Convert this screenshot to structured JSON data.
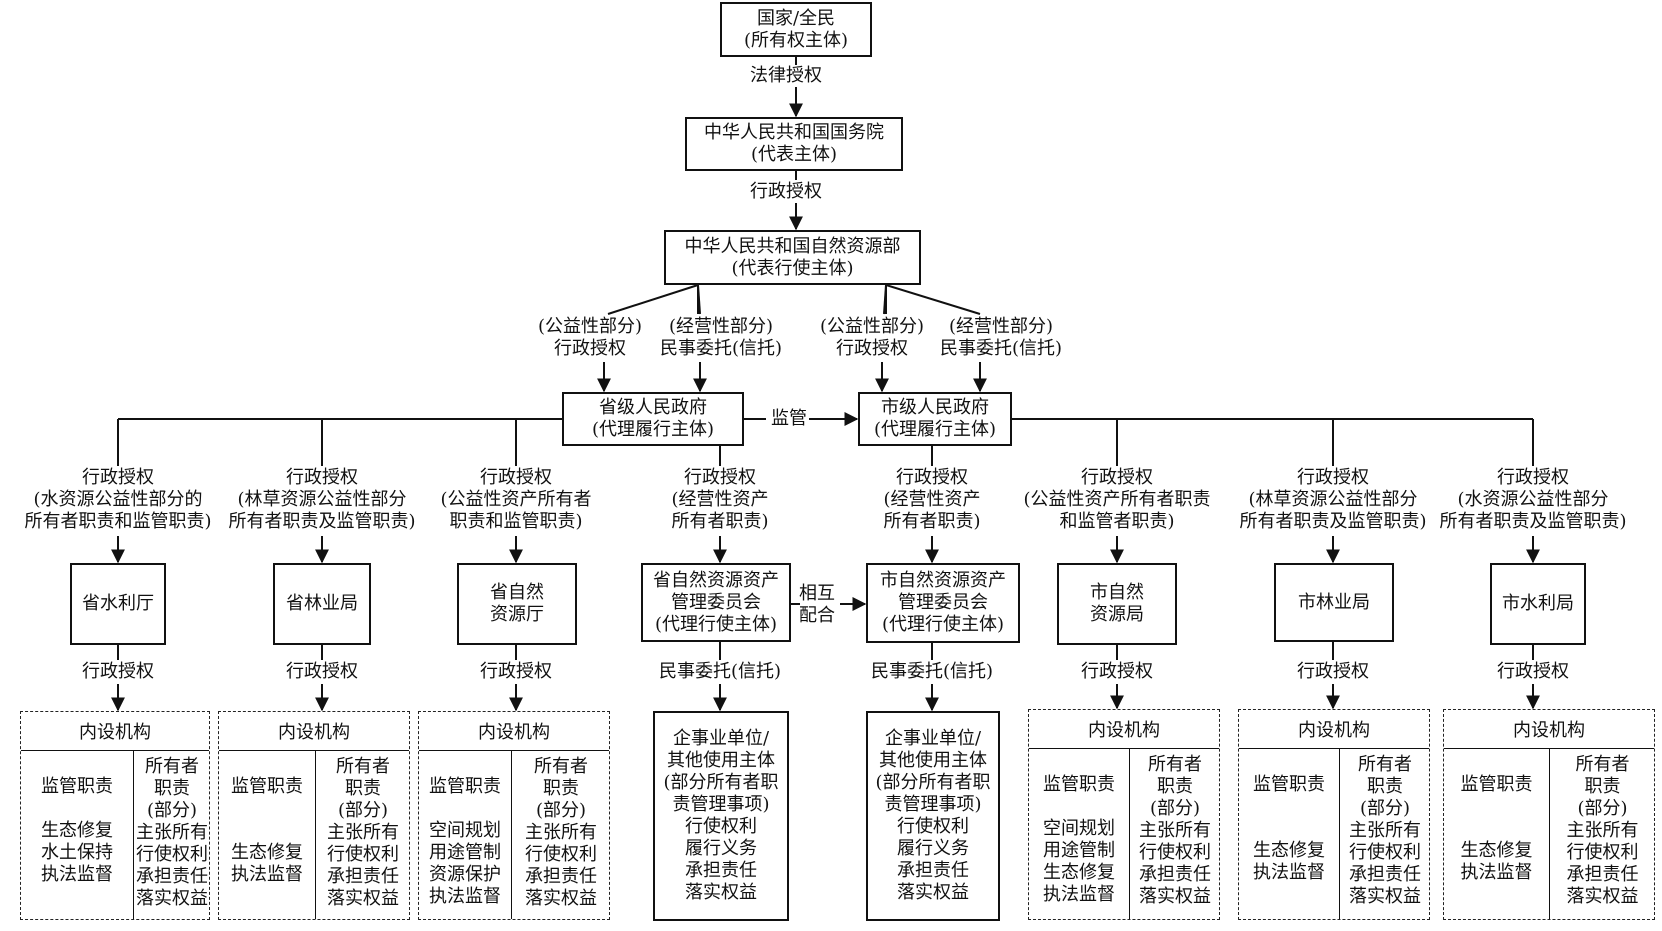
{
  "top": {
    "line1": "国家/全民",
    "line2": "(所有权主体)"
  },
  "legal_auth": "法律授权",
  "state_council": {
    "line1": "中华人民共和国国务院",
    "line2": "(代表主体)"
  },
  "admin_auth_main": "行政授权",
  "ministry": {
    "line1": "中华人民共和国自然资源部",
    "line2": "(代表行使主体)"
  },
  "left_auth": {
    "a1": "(公益性部分)",
    "a2": "行政授权",
    "b1": "(经营性部分)",
    "b2": "民事委托(信托)"
  },
  "right_auth": {
    "a1": "(公益性部分)",
    "a2": "行政授权",
    "b1": "(经营性部分)",
    "b2": "民事委托(信托)"
  },
  "province_gov": {
    "line1": "省级人民政府",
    "line2": "(代理履行主体)"
  },
  "supervise": "监管",
  "city_gov": {
    "line1": "市级人民政府",
    "line2": "(代理履行主体)"
  },
  "coop": {
    "line1": "相互",
    "line2": "配合"
  },
  "branches": [
    {
      "auth": [
        "行政授权",
        "(水资源公益性部分的",
        "所有者职责和监管职责)"
      ],
      "box": [
        "省水利厅"
      ],
      "auth2": "行政授权",
      "inner": {
        "title": "内设机构",
        "left": [
          "监管职责",
          "",
          "生态修复",
          "水土保持",
          "执法监督"
        ],
        "right": [
          "所有者",
          "职责",
          "(部分)",
          "主张所有",
          "行使权利",
          "承担责任",
          "落实权益"
        ]
      }
    },
    {
      "auth": [
        "行政授权",
        "(林草资源公益性部分",
        "所有者职责及监管职责)"
      ],
      "box": [
        "省林业局"
      ],
      "auth2": "行政授权",
      "inner": {
        "title": "内设机构",
        "left": [
          "监管职责",
          "",
          "",
          "生态修复",
          "执法监督"
        ],
        "right": [
          "所有者",
          "职责",
          "(部分)",
          "主张所有",
          "行使权利",
          "承担责任",
          "落实权益"
        ]
      }
    },
    {
      "auth": [
        "行政授权",
        "(公益性资产所有者",
        "职责和监管职责)"
      ],
      "box": [
        "省自然",
        "资源厅"
      ],
      "auth2": "行政授权",
      "inner": {
        "title": "内设机构",
        "left": [
          "监管职责",
          "",
          "空间规划",
          "用途管制",
          "资源保护",
          "执法监督"
        ],
        "right": [
          "所有者",
          "职责",
          "(部分)",
          "主张所有",
          "行使权利",
          "承担责任",
          "落实权益"
        ]
      }
    },
    {
      "auth": [
        "行政授权",
        "(经营性资产",
        "所有者职责)"
      ],
      "box": [
        "省自然资源资产",
        "管理委员会",
        "(代理行使主体)"
      ],
      "auth2": "民事委托(信托)",
      "entity": [
        "企事业单位/",
        "其他使用主体",
        "(部分所有者职",
        "责管理事项)",
        "行使权利",
        "履行义务",
        "承担责任",
        "落实权益"
      ]
    },
    {
      "auth": [
        "行政授权",
        "(经营性资产",
        "所有者职责)"
      ],
      "box": [
        "市自然资源资产",
        "管理委员会",
        "(代理行使主体)"
      ],
      "auth2": "民事委托(信托)",
      "entity": [
        "企事业单位/",
        "其他使用主体",
        "(部分所有者职",
        "责管理事项)",
        "行使权利",
        "履行义务",
        "承担责任",
        "落实权益"
      ]
    },
    {
      "auth": [
        "行政授权",
        "(公益性资产所有者职责",
        "和监管者职责)"
      ],
      "box": [
        "市自然",
        "资源局"
      ],
      "auth2": "行政授权",
      "inner": {
        "title": "内设机构",
        "left": [
          "监管职责",
          "",
          "空间规划",
          "用途管制",
          "生态修复",
          "执法监督"
        ],
        "right": [
          "所有者",
          "职责",
          "(部分)",
          "主张所有",
          "行使权利",
          "承担责任",
          "落实权益"
        ]
      }
    },
    {
      "auth": [
        "行政授权",
        "(林草资源公益性部分",
        "所有者职责及监管职责)"
      ],
      "box": [
        "市林业局"
      ],
      "auth2": "行政授权",
      "inner": {
        "title": "内设机构",
        "left": [
          "监管职责",
          "",
          "",
          "生态修复",
          "执法监督"
        ],
        "right": [
          "所有者",
          "职责",
          "(部分)",
          "主张所有",
          "行使权利",
          "承担责任",
          "落实权益"
        ]
      }
    },
    {
      "auth": [
        "行政授权",
        "(水资源公益性部分",
        "所有者职责及监管职责)"
      ],
      "box": [
        "市水利局"
      ],
      "auth2": "行政授权",
      "inner": {
        "title": "内设机构",
        "left": [
          "监管职责",
          "",
          "",
          "生态修复",
          "执法监督"
        ],
        "right": [
          "所有者",
          "职责",
          "(部分)",
          "主张所有",
          "行使权利",
          "承担责任",
          "落实权益"
        ]
      }
    }
  ]
}
